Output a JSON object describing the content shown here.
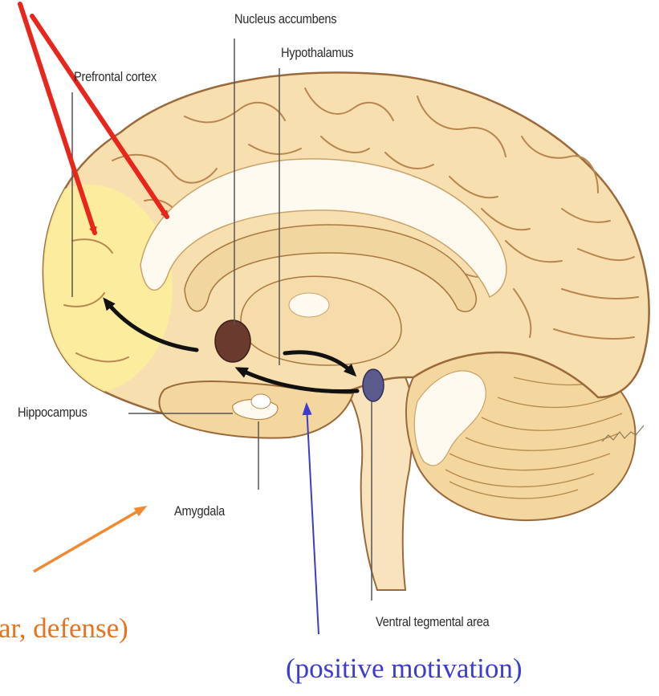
{
  "labels": {
    "nucleus_accumbens": "Nucleus accumbens",
    "hypothalamus": "Hypothalamus",
    "prefrontal_cortex": "Prefrontal cortex",
    "hippocampus": "Hippocampus",
    "amygdala": "Amygdala",
    "ventral_tegmental_area": "Ventral tegmental area"
  },
  "captions": {
    "defense": "ar, defense)",
    "motivation": "(positive motivation)"
  },
  "colors": {
    "brain_fill": "#f7dfb0",
    "brain_outline": "#9a6a3a",
    "prefrontal_highlight": "#fbf09a",
    "nucleus_accumbens": "#6b3a2e",
    "vta": "#5a5a8c",
    "red_arrow": "#e8261c",
    "orange_arrow": "#f08a30",
    "blue_arrow": "#3c3ccf",
    "pathway_arrow": "#111111"
  },
  "icons": {
    "signature": "artist-signature"
  }
}
